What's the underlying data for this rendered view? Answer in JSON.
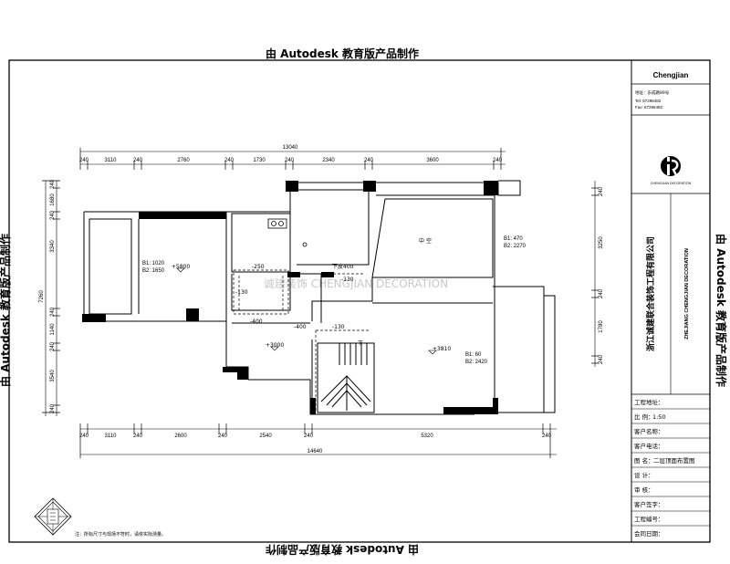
{
  "watermark": {
    "top": "由 Autodesk 教育版产品制作",
    "bottom": "由 Autodesk 教育版产品制作",
    "left": "由 Autodesk 教育版产品制作",
    "right": "由 Autodesk 教育版产品制作",
    "center": "诚建装饰  CHENGJIAN DECORATION"
  },
  "dimensions": {
    "top_total": "13040",
    "top": [
      "240",
      "3110",
      "240",
      "2760",
      "240",
      "1730",
      "240",
      "2340",
      "240",
      "3600",
      "240"
    ],
    "bottom_total": "14640",
    "bottom": [
      "240",
      "3110",
      "240",
      "2600",
      "240",
      "2540",
      "240",
      "5320",
      "240"
    ],
    "left_total": "7260",
    "left": [
      "240",
      "1680",
      "240",
      "3340",
      "240",
      "1140",
      "240",
      "3540",
      "240"
    ],
    "right": [
      "240",
      "3250",
      "240",
      "1780",
      "240"
    ]
  },
  "rooms": [
    {
      "label": "中 空"
    },
    {
      "label": "+5800"
    },
    {
      "label": "+3000"
    },
    {
      "label": "+3810"
    },
    {
      "label": "下皮400"
    },
    {
      "label": "-250"
    },
    {
      "label": "-130"
    },
    {
      "label": "-400"
    },
    {
      "label": "-130"
    },
    {
      "label": "-130"
    },
    {
      "label": "-400"
    },
    {
      "label": "下"
    }
  ],
  "room_notes": [
    {
      "lines": [
        "B1: 1020",
        "B2: 1650"
      ]
    },
    {
      "lines": [
        "B1: 470",
        "B2: 2270"
      ]
    },
    {
      "lines": [
        "B1: 60",
        "B2: 2420"
      ]
    }
  ],
  "footnote": "注：所标尺寸与现场不符时，请依实际测量。",
  "title_block": {
    "brand": "Chengjian",
    "address": "地址：东成路89号",
    "tel": "Tel: 67296482",
    "fax": "Fax: 67296482",
    "logo_caption": "CHENGJIAN DECORATION",
    "company_cn": "浙江诚建联合装饰工程有限公司",
    "company_en": "ZHEJIANG CHENGJIAN DECORATION",
    "fields": [
      {
        "label": "工程地址：",
        "value": ""
      },
      {
        "label": "比   例：",
        "value": "1:50"
      },
      {
        "label": "客户名称：",
        "value": ""
      },
      {
        "label": "客户电话：",
        "value": ""
      },
      {
        "label": "图   名：",
        "value": "二层顶面布置图"
      },
      {
        "label": "设   计：",
        "value": ""
      },
      {
        "label": "审   核：",
        "value": ""
      },
      {
        "label": "客户签字：",
        "value": ""
      },
      {
        "label": "工程编号：",
        "value": ""
      },
      {
        "label": "会同日期：",
        "value": ""
      }
    ]
  }
}
